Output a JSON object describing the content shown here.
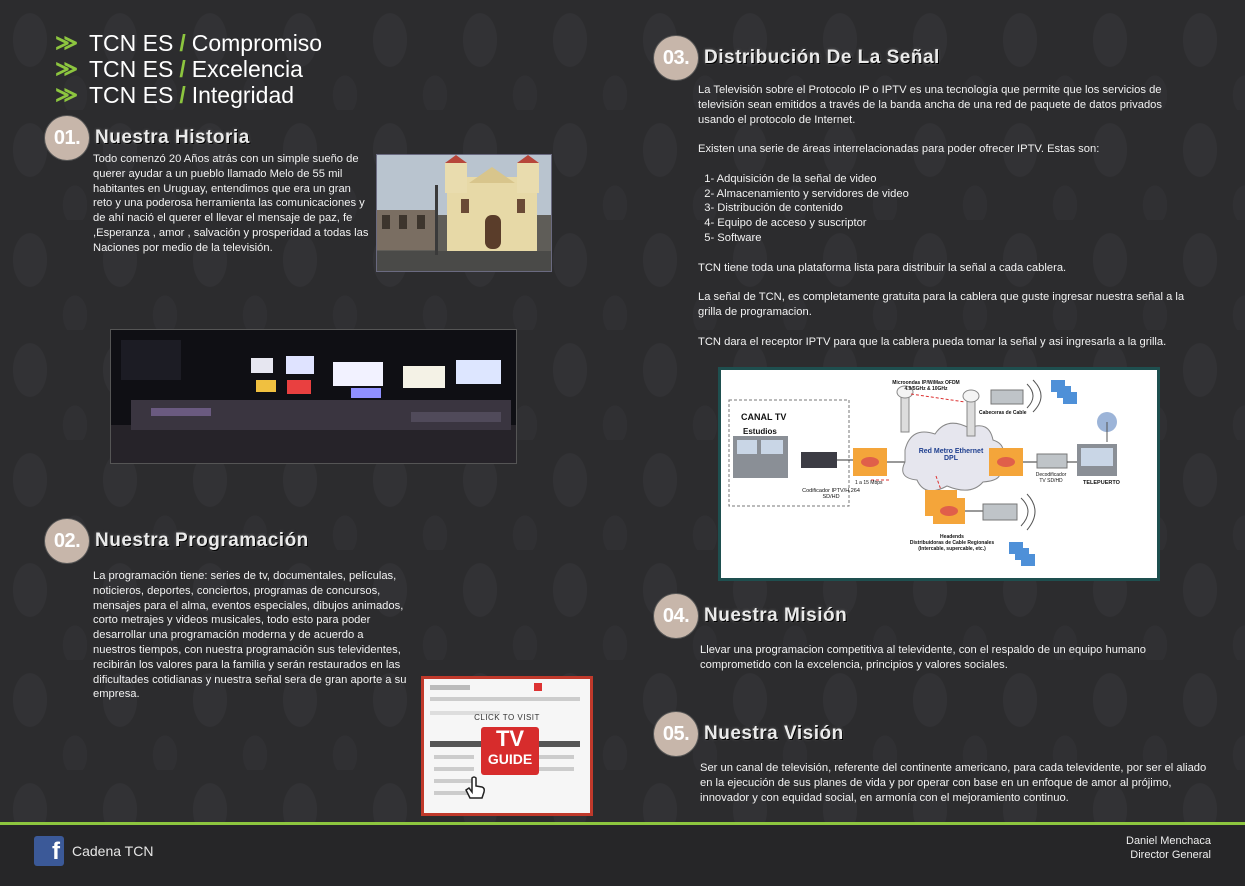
{
  "slogans": [
    {
      "chev": "≫",
      "brand": "TCN ES",
      "slash": "/",
      "word": "Compromiso"
    },
    {
      "chev": "≫",
      "brand": "TCN ES",
      "slash": "/",
      "word": "Excelencia"
    },
    {
      "chev": "≫",
      "brand": "TCN ES",
      "slash": "/",
      "word": "Integridad"
    }
  ],
  "sections": {
    "historia": {
      "num": "01.",
      "title": "Nuestra Historia",
      "lines": [
        "Todo comenzó 20 Años atrás  con un simple sueño de",
        "querer ayudar a un  pueblo llamado Melo de 55 mil",
        "habitantes en Uruguay, entendimos que era un gran",
        "reto y una poderosa herramienta las comunicaciones  y",
        "de ahí nació el querer el llevar el mensaje de paz, fe",
        ",Esperanza , amor , salvación y prosperidad a todas las",
        "Naciones por medio de la televisión."
      ]
    },
    "programacion": {
      "num": "02.",
      "title": "Nuestra Programación",
      "lines": [
        "La programación tiene: series de tv, documentales, películas,",
        "noticieros, deportes, conciertos, programas de concursos,",
        "mensajes para el alma, eventos especiales, dibujos animados,",
        "corto metrajes y videos musicales,  todo esto para poder",
        "desarrollar una programación moderna y de acuerdo a",
        "nuestros  tiempos, con nuestra programación sus televidentes,",
        "recibirán los valores para la familia y serán restaurados en las",
        "dificultades cotidianas y nuestra señal sera de gran aporte a su",
        "empresa."
      ]
    },
    "distribucion": {
      "num": "03.",
      "title": "Distribución De La Señal",
      "lines": [
        "La Televisión sobre el Protocolo IP o IPTV es una tecnología que permite que los servicios de",
        "televisión sean emitidos a través de la banda ancha de una red de paquete de datos privados",
        "usando el protocolo de Internet.",
        "",
        "Existen una serie de áreas interrelacionadas para poder ofrecer IPTV. Estas son:",
        "",
        "  1- Adquisición de la señal de video",
        "  2- Almacenamiento y servidores de video",
        "  3- Distribución de contenido",
        "  4- Equipo de acceso y suscriptor",
        "  5- Software",
        "",
        "TCN tiene toda una plataforma lista para distribuir la señal a cada cablera.",
        "",
        "La señal de TCN, es completamente gratuita para la cablera que guste ingresar nuestra señal a la",
        "grilla de programacion.",
        "",
        "TCN dara el receptor IPTV para que la cablera pueda tomar la señal y asi ingresarla a la grilla."
      ]
    },
    "mision": {
      "num": "04.",
      "title": "Nuestra Misión",
      "lines": [
        "Llevar una programacion  competitiva al televidente, con el respaldo de un equipo humano",
        "comprometido con la excelencia, principios y valores sociales."
      ]
    },
    "vision": {
      "num": "05.",
      "title": "Nuestra Visión",
      "lines": [
        "Ser un canal de televisión, referente del continente americano, para cada televidente, por ser el aliado",
        "en la ejecución de sus planes de vida y por operar con base en un enfoque de amor al prójimo,",
        "innovador y con equidad social, en armonía con el mejoramiento continuo."
      ]
    }
  },
  "diagram": {
    "canal": "CANAL TV",
    "estudios": "Estudios",
    "codificador": "Codificador IPTV/H.264",
    "codificador2": "SD/HD",
    "microondas": "Microondas IP/WiMax OFDM",
    "microondas2": "4.9/5GHz  & 10GHz",
    "cabeceras": "Cabeceras de Cable",
    "red": "Red Metro Ethernet",
    "red2": "DPL",
    "rate": "1 a 15 Mbps",
    "decod": "Decodificador",
    "decod2": "TV SD/HD",
    "telepuerto": "TELEPUERTO",
    "headends": "Headends",
    "headends2": "Distribuidoras  de Cable Regionales",
    "headends3": "(Intercable, supercable, etc.)"
  },
  "tvguide": {
    "click": "CLICK TO VISIT",
    "tv": "TV",
    "guide": "GUIDE"
  },
  "footer": {
    "fb_letter": "f",
    "fb_name": "Cadena TCN",
    "sign_name": "Daniel Menchaca",
    "sign_title": "Director General"
  },
  "colors": {
    "accent": "#8dc63f",
    "badge": "#c7b6aa",
    "background": "#2c2c2e"
  }
}
